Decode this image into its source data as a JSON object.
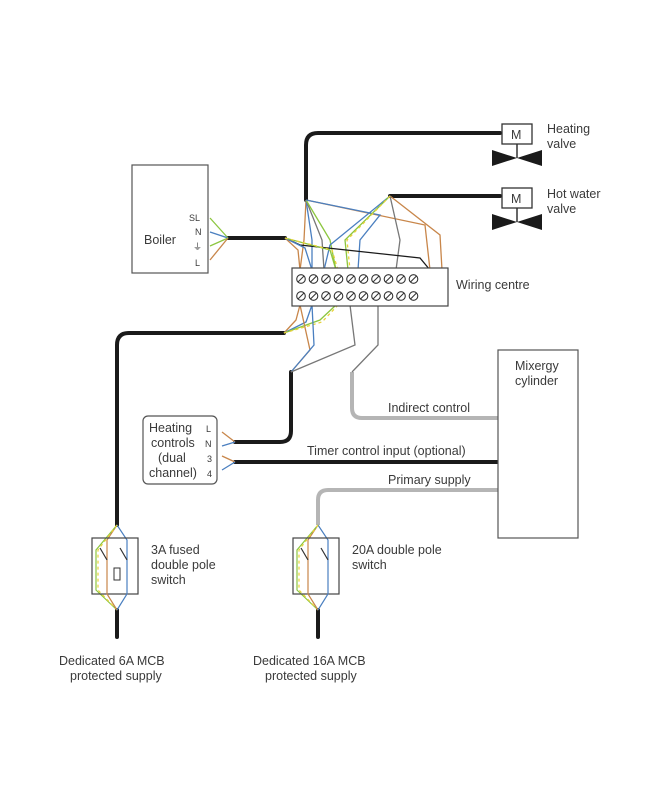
{
  "diagram": {
    "boiler": {
      "label": "Boiler",
      "terminals": [
        "SL",
        "N",
        "⏚",
        "L"
      ]
    },
    "heating_valve": {
      "motor_label": "M",
      "label_line1": "Heating",
      "label_line2": "valve"
    },
    "hot_water_valve": {
      "motor_label": "M",
      "label_line1": "Hot water",
      "label_line2": "valve"
    },
    "wiring_centre": {
      "label": "Wiring centre",
      "terminal_count": 10,
      "terminal_glyph": "⊘"
    },
    "cylinder": {
      "label_line1": "Mixergy",
      "label_line2": "cylinder"
    },
    "heating_controls": {
      "label_lines": [
        "Heating",
        "controls",
        "(dual",
        "channel)"
      ],
      "terminals": [
        "L",
        "N",
        "3",
        "4"
      ]
    },
    "connections": {
      "indirect_control": "Indirect control",
      "timer_control": "Timer control input (optional)",
      "primary_supply": "Primary supply"
    },
    "switch_3a": {
      "label_lines": [
        "3A fused",
        "double pole",
        "switch"
      ],
      "supply_lines": [
        "Dedicated 6A MCB",
        "protected supply"
      ]
    },
    "switch_20a": {
      "label_lines": [
        "20A double pole",
        "switch"
      ],
      "supply_lines": [
        "Dedicated 16A MCB",
        "protected supply"
      ]
    },
    "colors": {
      "cable": "#1a1a1a",
      "grey_cable": "#b5b5b5",
      "brown": "#c8864a",
      "blue": "#4a7fc0",
      "earth_green": "#8cc63f",
      "earth_yellow": "#e8d23a",
      "grey_wire": "#777777",
      "outline": "#555555"
    }
  }
}
